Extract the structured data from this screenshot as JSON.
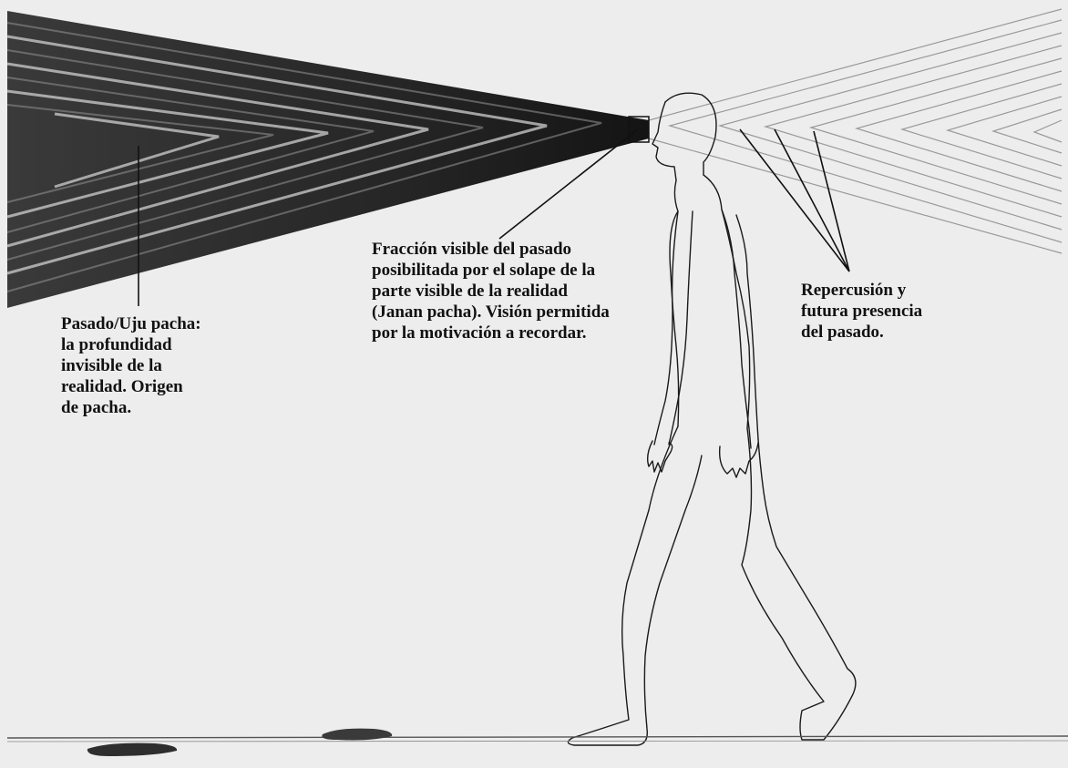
{
  "colors": {
    "background": "#ededed",
    "dark_cone": "#2a2a2a",
    "ink": "#111111"
  },
  "labels": {
    "past": [
      "Pasado/Uju pacha:",
      "la profundidad",
      "invisible de la",
      "realidad. Origen",
      "de pacha."
    ],
    "visible_fraction": [
      "Fracción visible del pasado",
      "posibilitada por el solape de la",
      "parte visible de la realidad",
      "(Janan pacha). Visión permitida",
      "por la motivación a recordar."
    ],
    "future": [
      "Repercusión y",
      "futura presencia",
      "del pasado."
    ]
  }
}
